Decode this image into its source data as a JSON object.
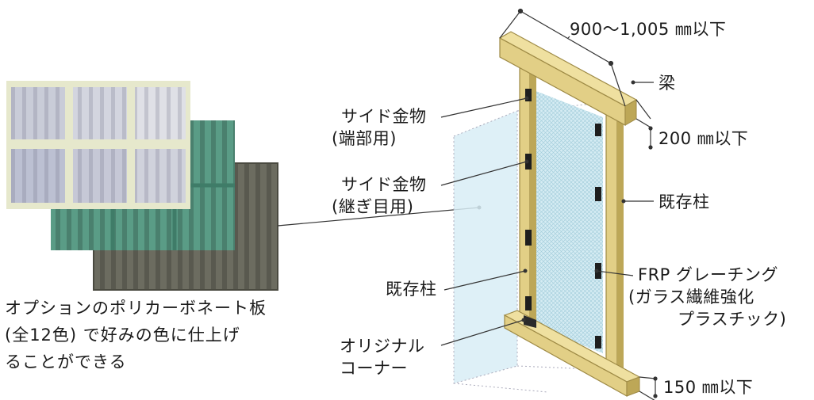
{
  "caption": {
    "line1": "オプションのポリカーボネート板",
    "line2": "(全12色) で好みの色に仕上げ",
    "line3": "ることができる"
  },
  "labels": {
    "width_dim": "900〜1,005 ㎜以下",
    "beam": "梁",
    "beam_height": "200 ㎜以下",
    "existing_column_right": "既存柱",
    "side_hardware_end_1": "サイド金物",
    "side_hardware_end_2": "(端部用)",
    "side_hardware_joint_1": "サイド金物",
    "side_hardware_joint_2": "(継ぎ目用)",
    "existing_column_left": "既存柱",
    "frp_1": "FRP グレーチング",
    "frp_2": "(ガラス繊維強化",
    "frp_3": "プラスチック)",
    "original_corner_1": "オリジナル",
    "original_corner_2": "コーナー",
    "bottom_height": "150 ㎜以下"
  },
  "colors": {
    "wood": "#e6d48c",
    "wood_shade": "#b8a35a",
    "grating": "#cfe9f1",
    "panel_cream": "#e4e6c8",
    "panel_green": "#5fa08a",
    "panel_dark": "#6f6f63"
  }
}
